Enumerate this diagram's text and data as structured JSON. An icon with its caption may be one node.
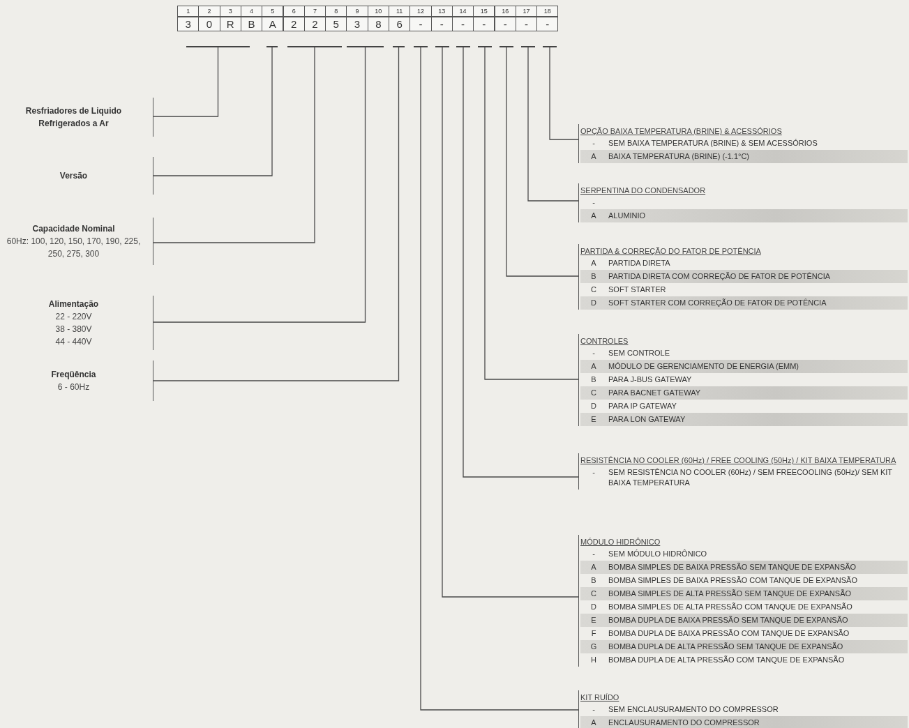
{
  "diagram": {
    "nodes": [
      {
        "text": [],
        "shape": "bar"
      },
      {
        "text": [],
        "shape": "bar"
      },
      {
        "text": [],
        "shape": "bar"
      },
      {
        "text": [],
        "shape": "bar"
      },
      {
        "text": [],
        "shape": "bar"
      },
      {
        "text": [],
        "shape": "bar"
      },
      {
        "text": [],
        "shape": "bar"
      },
      {
        "text": [],
        "shape": "bar"
      },
      {
        "text": [],
        "shape": "bar"
      },
      {
        "text": [],
        "shape": "bar"
      },
      {
        "text": [],
        "shape": "bar"
      },
      {
        "text": [],
        "shape": "bar"
      },
      {
        "text": [
          "Resfriadores de Liquido Refrigerados a Ar"
        ]
      },
      {
        "text": [
          "Versão"
        ]
      },
      {
        "text": [
          "Capacidade Nominal",
          "60Hz: 100, 120, 150, 170, 190, 225, 250, 275, 300"
        ]
      },
      {
        "text": [
          "Alimentação",
          "22 - 220V",
          "38 - 380V",
          "44 - 440V"
        ]
      },
      {
        "text": [
          "Freqüência",
          "6 - 60Hz"
        ]
      },
      {
        "text": [
          "OPÇÃO BAIXA TEMPERATURA (BRINE) & ACESSÓRIOS"
        ]
      },
      {
        "text": [
          "-",
          "SEM BAIXA TEMPERATURA (BRINE) & SEM ACESSÓRIOS"
        ],
        "in": 17
      },
      {
        "text": [
          "A",
          "BAIXA TEMPERATURA (BRINE) (-1.1°C)"
        ],
        "in": 17
      },
      {
        "text": [
          "SERPENTINA DO CONDENSADOR"
        ]
      },
      {
        "text": [
          "-"
        ],
        "in": 20
      },
      {
        "text": [
          "A",
          "ALUMINIO"
        ],
        "in": 20
      },
      {
        "text": [
          "PARTIDA & CORREÇÃO DO FATOR DE POTÊNCIA"
        ]
      },
      {
        "text": [
          "A",
          "PARTIDA DIRETA"
        ],
        "in": 23
      },
      {
        "text": [
          "B",
          "PARTIDA DIRETA COM CORREÇÃO DE FATOR DE POTÊNCIA"
        ],
        "in": 23
      },
      {
        "text": [
          "C",
          "SOFT STARTER"
        ],
        "in": 23
      },
      {
        "text": [
          "D",
          "SOFT STARTER COM CORREÇÃO DE FATOR DE POTÊNCIA"
        ],
        "in": 23
      },
      {
        "text": [
          "CONTROLES"
        ]
      },
      {
        "text": [
          "-",
          "SEM CONTROLE"
        ],
        "in": 28
      },
      {
        "text": [
          "A",
          "MÓDULO DE GERENCIAMENTO DE ENERGIA (EMM)"
        ],
        "in": 28
      },
      {
        "text": [
          "B",
          "PARA J-BUS GATEWAY"
        ],
        "in": 28
      },
      {
        "text": [
          "C",
          "PARA BACNET GATEWAY"
        ],
        "in": 28
      },
      {
        "text": [
          "D",
          "PARA IP GATEWAY"
        ],
        "in": 28
      },
      {
        "text": [
          "E",
          "PARA LON GATEWAY"
        ],
        "in": 28
      },
      {
        "text": [
          "RESISTÊNCIA NO COOLER (60Hz) / FREE COOLING (50Hz) / KIT BAIXA TEMPERATURA"
        ]
      },
      {
        "text": [
          "-",
          "SEM RESISTÊNCIA NO COOLER (60Hz) / SEM FREECOOLING (50Hz)/ SEM KIT BAIXA TEMPERATURA"
        ],
        "in": 35
      },
      {
        "text": [
          "MÓDULO HIDRÔNICO"
        ]
      },
      {
        "text": [
          "-",
          "SEM MÓDULO HIDRÔNICO"
        ],
        "in": 37
      },
      {
        "text": [
          "A",
          "BOMBA SIMPLES DE BAIXA PRESSÃO SEM TANQUE DE EXPANSÃO"
        ],
        "in": 37
      },
      {
        "text": [
          "B",
          "BOMBA SIMPLES DE BAIXA PRESSÃO COM TANQUE DE EXPANSÃO"
        ],
        "in": 37
      },
      {
        "text": [
          "C",
          "BOMBA SIMPLES DE ALTA PRESSÃO SEM TANQUE DE EXPANSÃO"
        ],
        "in": 37
      },
      {
        "text": [
          "D",
          "BOMBA SIMPLES DE ALTA PRESSÃO COM TANQUE DE EXPANSÃO"
        ],
        "in": 37
      },
      {
        "text": [
          "E",
          "BOMBA DUPLA DE BAIXA PRESSÃO SEM TANQUE DE EXPANSÃO"
        ],
        "in": 37
      },
      {
        "text": [
          "F",
          "BOMBA DUPLA DE BAIXA PRESSÃO COM TANQUE DE EXPANSÃO"
        ],
        "in": 37
      },
      {
        "text": [
          "G",
          "BOMBA DUPLA DE ALTA PRESSÃO SEM TANQUE DE EXPANSÃO"
        ],
        "in": 37
      },
      {
        "text": [
          "H",
          "BOMBA DUPLA DE ALTA PRESSÃO COM TANQUE DE EXPANSÃO"
        ],
        "in": 37
      },
      {
        "text": [
          "KIT RUÍDO"
        ]
      },
      {
        "text": [
          "-",
          "SEM ENCLAUSURAMENTO DO COMPRESSOR"
        ],
        "in": 47
      },
      {
        "text": [
          "A",
          "ENCLAUSURAMENTO DO COMPRESSOR"
        ],
        "in": 47
      }
    ],
    "edges": [
      {
        "from": 0,
        "to": 12,
        "arrow": "none"
      },
      {
        "from": 1,
        "to": 13,
        "arrow": "none"
      },
      {
        "from": 2,
        "to": 14,
        "arrow": "none"
      },
      {
        "from": 3,
        "to": 15,
        "arrow": "none"
      },
      {
        "from": 4,
        "to": 16,
        "arrow": "none"
      },
      {
        "from": 5,
        "to": 47,
        "arrow": "none"
      },
      {
        "from": 6,
        "to": 37,
        "arrow": "none"
      },
      {
        "from": 7,
        "to": 35,
        "arrow": "none"
      },
      {
        "from": 8,
        "to": 28,
        "arrow": "none"
      },
      {
        "from": 9,
        "to": 23,
        "arrow": "none"
      },
      {
        "from": 10,
        "to": 20,
        "arrow": "none"
      },
      {
        "from": 11,
        "to": 17,
        "arrow": "none"
      }
    ],
    "labels": [
      "1",
      "2",
      "3",
      "4",
      "5",
      "6",
      "7",
      "8",
      "9",
      "10",
      "11",
      "12",
      "13",
      "14",
      "15",
      "16",
      "17",
      "18",
      "3",
      "0",
      "R",
      "B",
      "A",
      "2",
      "2",
      "5",
      "3",
      "8",
      "6",
      "-",
      "-",
      "-",
      "-",
      "-",
      "-",
      "-"
    ]
  }
}
